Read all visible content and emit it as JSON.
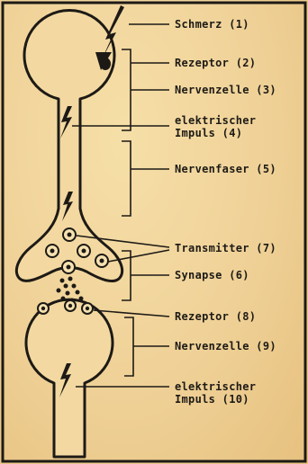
{
  "labels": {
    "schmerz": "Schmerz (1)",
    "rezeptor_2": "Rezeptor (2)",
    "nervenzelle_3": "Nervenzelle (3)",
    "impuls_4_line1": "elektrischer",
    "impuls_4_line2": "Impuls (4)",
    "nervenfaser_5": "Nervenfaser (5)",
    "transmitter_7": "Transmitter (7)",
    "synapse_6": "Synapse (6)",
    "rezeptor_8": "Rezeptor (8)",
    "nervenzelle_9": "Nervenzelle (9)",
    "impuls_10_line1": "elektrischer",
    "impuls_10_line2": "Impuls (10)"
  },
  "colors": {
    "paper": "#f1d59a",
    "ink": "#1d1a16"
  }
}
